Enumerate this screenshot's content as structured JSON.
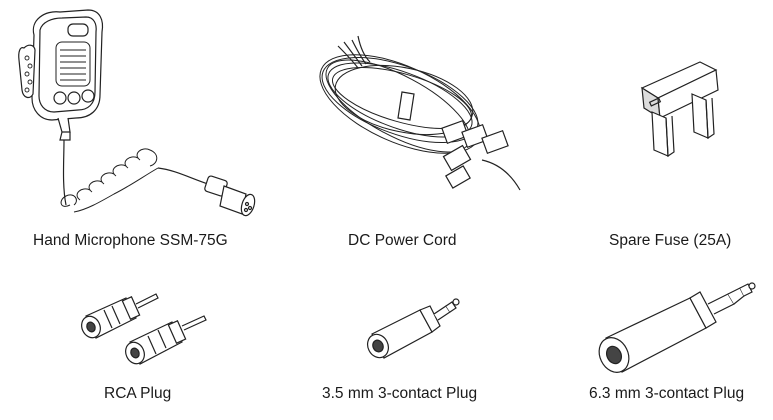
{
  "items": [
    {
      "id": "microphone",
      "label": "Hand Microphone SSM-75G",
      "icon": "hand-microphone-icon"
    },
    {
      "id": "power-cord",
      "label": "DC Power Cord",
      "icon": "dc-power-cord-icon"
    },
    {
      "id": "fuse",
      "label": "Spare Fuse (25A)",
      "icon": "blade-fuse-icon"
    },
    {
      "id": "rca",
      "label": "RCA Plug",
      "icon": "rca-plug-icon"
    },
    {
      "id": "plug35",
      "label": "3.5 mm 3-contact Plug",
      "icon": "3.5mm-plug-icon"
    },
    {
      "id": "plug63",
      "label": "6.3 mm 3-contact Plug",
      "icon": "6.3mm-plug-icon"
    }
  ]
}
